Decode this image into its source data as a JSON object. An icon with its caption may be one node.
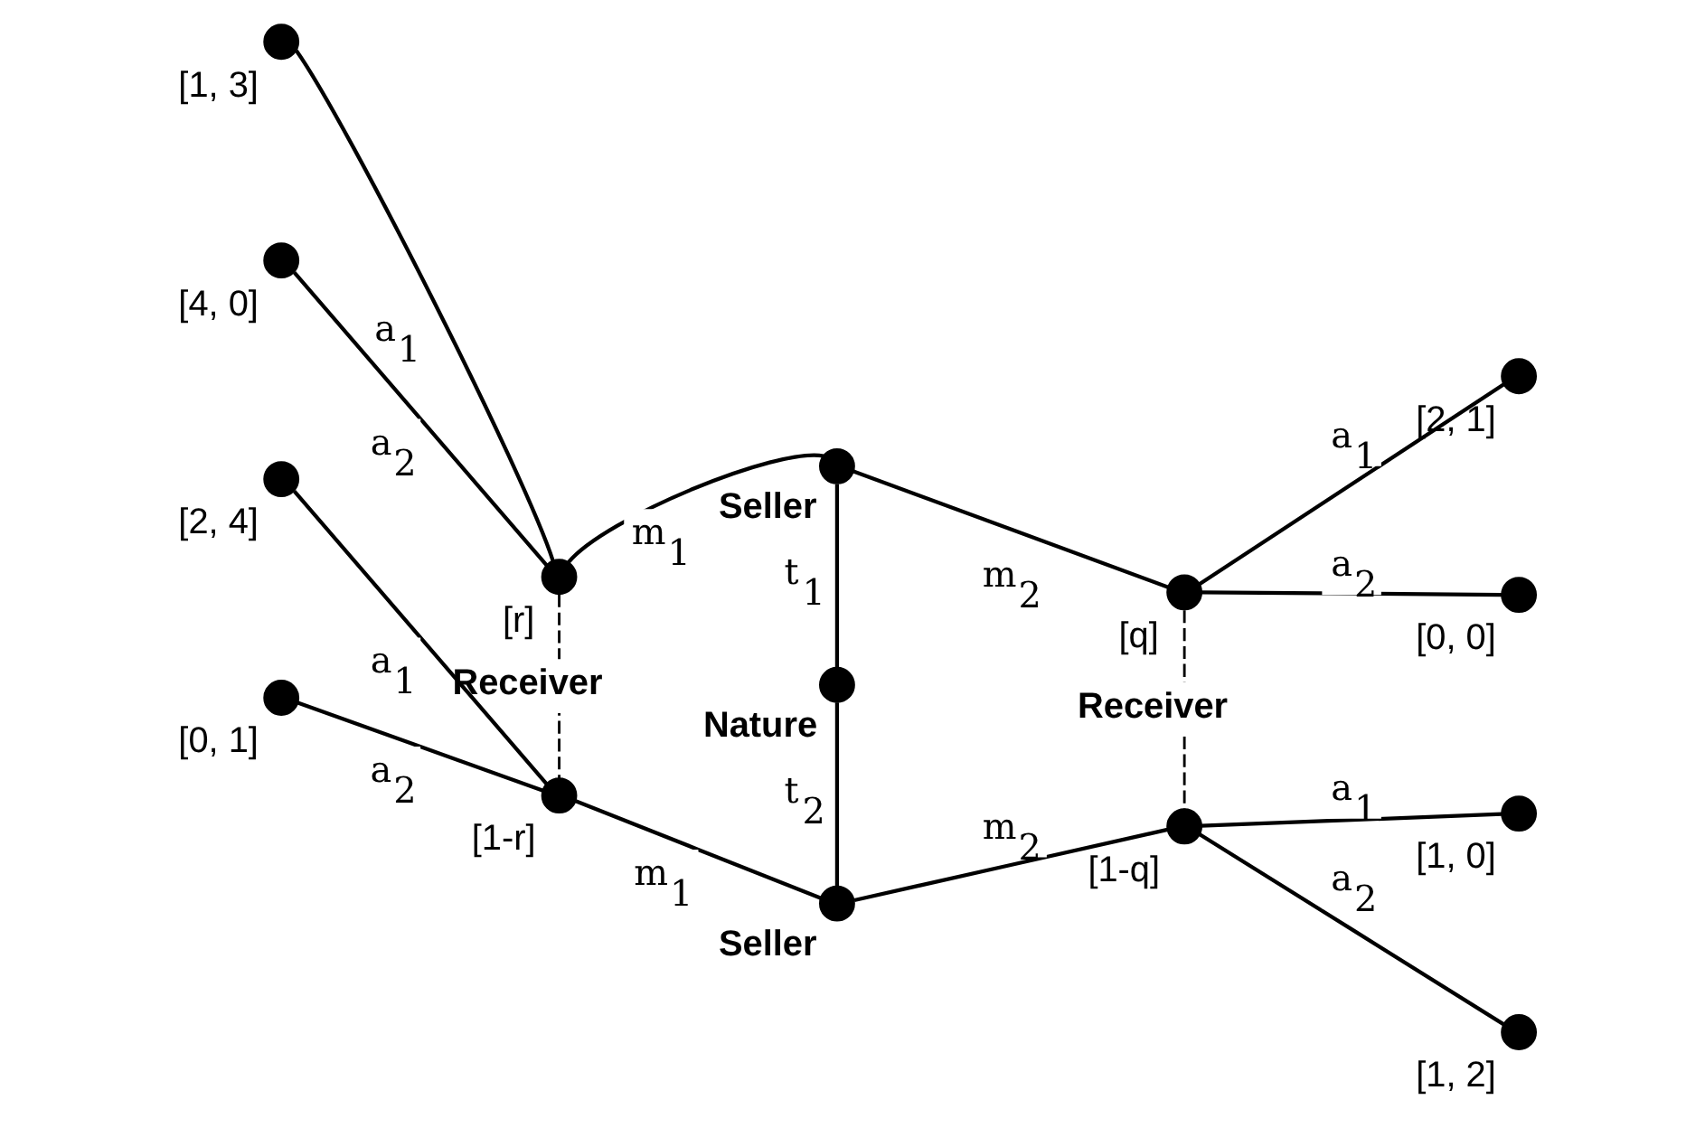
{
  "diagram": {
    "nodes": [
      {
        "text": [],
        "shape": "circle",
        "beside": [
          "[1, 3]"
        ]
      },
      {
        "text": [],
        "shape": "circle",
        "beside": [
          "[2, 1]"
        ]
      },
      {
        "text": [],
        "shape": "circle",
        "beside": [
          "[r]"
        ]
      },
      {
        "text": [],
        "shape": "circle",
        "beside": [
          "Seller"
        ]
      },
      {
        "text": [],
        "shape": "circle",
        "beside": [
          "[q]"
        ]
      },
      {
        "text": [],
        "shape": "circle",
        "beside": [
          "[4, 0]"
        ]
      },
      {
        "text": [],
        "shape": "circle",
        "beside": [
          "[0, 0]"
        ]
      },
      {
        "text": [],
        "shape": "circle",
        "beside": [
          "Nature"
        ]
      },
      {
        "text": [],
        "shape": "circle",
        "beside": [
          "[2, 4]"
        ]
      },
      {
        "text": [],
        "shape": "circle",
        "beside": [
          "[1, 0]"
        ]
      },
      {
        "text": [],
        "shape": "circle",
        "beside": [
          "[1-r]"
        ]
      },
      {
        "text": [],
        "shape": "circle",
        "beside": [
          "Seller"
        ]
      },
      {
        "text": [],
        "shape": "circle",
        "beside": [
          "[1-q]"
        ]
      },
      {
        "text": [],
        "shape": "circle",
        "beside": [
          "[0, 1]"
        ]
      },
      {
        "text": [],
        "shape": "circle",
        "beside": [
          "[1, 2]"
        ]
      }
    ],
    "edges": [
      {
        "from": 7,
        "to": 3,
        "arrow": "none",
        "label": "t$_{1}$"
      },
      {
        "from": 7,
        "to": 11,
        "arrow": "none",
        "label": "t$_{2}$"
      },
      {
        "from": 3,
        "to": 2,
        "arrow": "none",
        "label": "m$_{1}$"
      },
      {
        "from": 3,
        "to": 4,
        "arrow": "none",
        "label": "m$_{2}$"
      },
      {
        "from": 11,
        "to": 10,
        "arrow": "none",
        "label": "m$_{1}$"
      },
      {
        "from": 11,
        "to": 12,
        "arrow": "none",
        "label": "m$_{2}$"
      },
      {
        "from": 2,
        "to": 0,
        "arrow": "none",
        "label": "a$_{1}$"
      },
      {
        "from": 2,
        "to": 5,
        "arrow": "none",
        "label": "a$_{2}$"
      },
      {
        "from": 4,
        "to": 1,
        "arrow": "none",
        "label": "a$_{1}$"
      },
      {
        "from": 4,
        "to": 6,
        "arrow": "none",
        "label": "a$_{2}$"
      },
      {
        "from": 10,
        "to": 8,
        "arrow": "none",
        "label": "a$_{1}$"
      },
      {
        "from": 10,
        "to": 13,
        "arrow": "none",
        "label": "a$_{2}$"
      },
      {
        "from": 12,
        "to": 9,
        "arrow": "none",
        "label": "a$_{1}$"
      },
      {
        "from": 12,
        "to": 14,
        "arrow": "none",
        "label": "a$_{2}$"
      },
      {
        "from": 2,
        "to": 10,
        "arrow": "none",
        "style": "dashed",
        "label": "Receiver"
      },
      {
        "from": 4,
        "to": 12,
        "arrow": "none",
        "style": "dashed",
        "label": "Receiver"
      }
    ]
  }
}
